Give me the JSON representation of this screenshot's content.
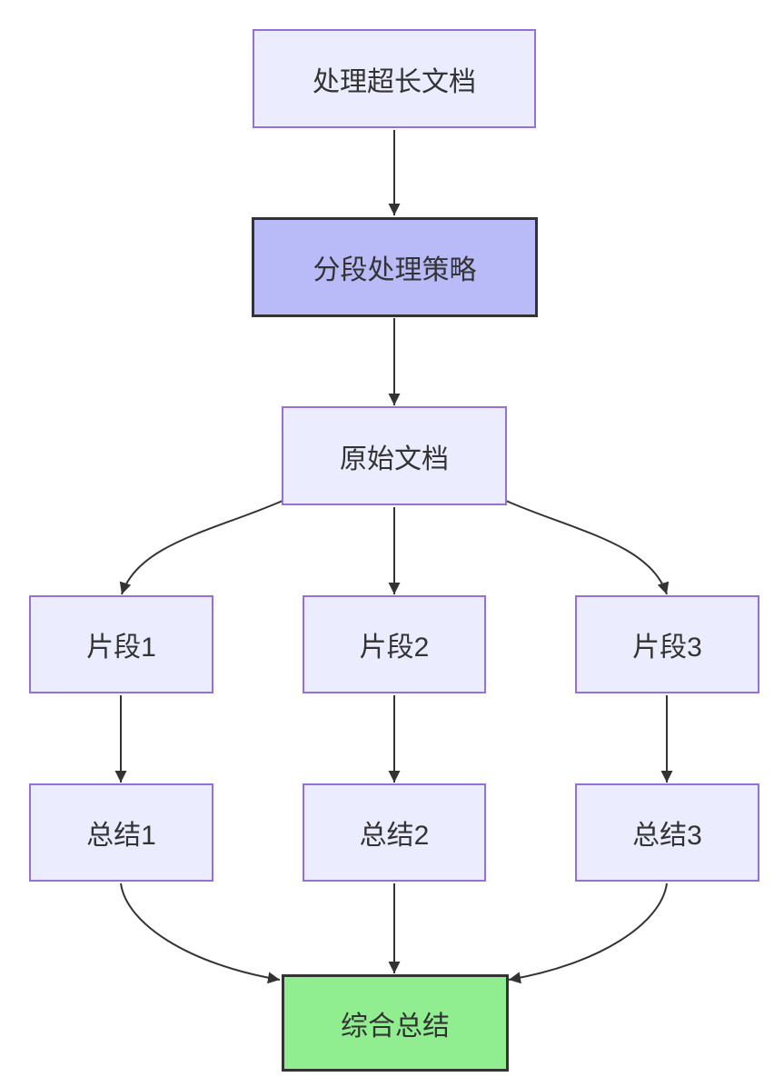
{
  "diagram": {
    "type": "flowchart",
    "direction": "top-down",
    "colors": {
      "node_fill": "#ECECFF",
      "node_border": "#9370DB",
      "highlight_fill": "#B9BBF8",
      "highlight_border": "#333333",
      "result_fill": "#90EE90",
      "result_border": "#333333",
      "edge": "#333333",
      "text": "#333333",
      "background": "#FFFFFF"
    },
    "nodes": [
      {
        "id": "A",
        "label": "处理超长文档",
        "style": "default"
      },
      {
        "id": "B",
        "label": "分段处理策略",
        "style": "highlight"
      },
      {
        "id": "C",
        "label": "原始文档",
        "style": "default"
      },
      {
        "id": "D1",
        "label": "片段1",
        "style": "default"
      },
      {
        "id": "D2",
        "label": "片段2",
        "style": "default"
      },
      {
        "id": "D3",
        "label": "片段3",
        "style": "default"
      },
      {
        "id": "E1",
        "label": "总结1",
        "style": "default"
      },
      {
        "id": "E2",
        "label": "总结2",
        "style": "default"
      },
      {
        "id": "E3",
        "label": "总结3",
        "style": "default"
      },
      {
        "id": "F",
        "label": "综合总结",
        "style": "result"
      }
    ],
    "edges": [
      {
        "from": "A",
        "to": "B"
      },
      {
        "from": "B",
        "to": "C"
      },
      {
        "from": "C",
        "to": "D1"
      },
      {
        "from": "C",
        "to": "D2"
      },
      {
        "from": "C",
        "to": "D3"
      },
      {
        "from": "D1",
        "to": "E1"
      },
      {
        "from": "D2",
        "to": "E2"
      },
      {
        "from": "D3",
        "to": "E3"
      },
      {
        "from": "E1",
        "to": "F"
      },
      {
        "from": "E2",
        "to": "F"
      },
      {
        "from": "E3",
        "to": "F"
      }
    ]
  }
}
